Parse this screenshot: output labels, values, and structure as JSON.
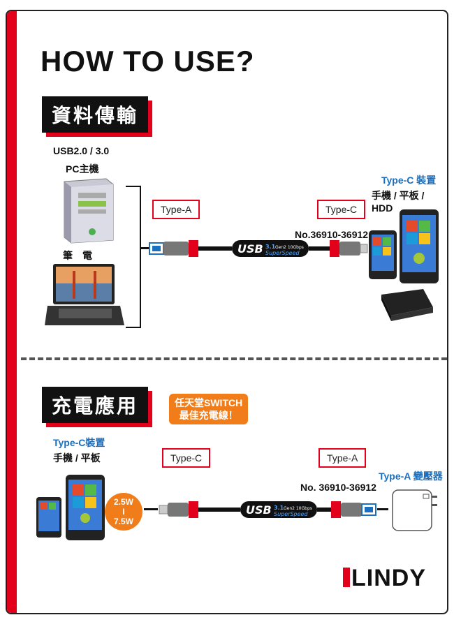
{
  "page": {
    "title": "HOW TO USE?",
    "brand": "LINDY"
  },
  "section1": {
    "banner": "資料傳輸",
    "host_line1": "USB2.0 / 3.0",
    "host_line2": "PC主機",
    "notebook": "筆　電",
    "typeA": "Type-A",
    "typeC": "Type-C",
    "model": "No.36910-36912",
    "device_title": "Type-C 裝置",
    "device_sub": "手機 / 平板 / HDD",
    "cable_brand": "USB",
    "cable_ver": "3.1",
    "cable_gen": "Gen2 10Gbps",
    "cable_speed": "SuperSpeed"
  },
  "section2": {
    "banner": "充電應用",
    "badge_line1": "任天堂SWITCH",
    "badge_line2": "最佳充電線！",
    "device_title": "Type-C裝置",
    "device_sub": "手機 / 平板",
    "typeC": "Type-C",
    "typeA": "Type-A",
    "adapter": "Type-A 變壓器",
    "model": "No. 36910-36912",
    "power_line1": "2.5W",
    "power_line2": "I",
    "power_line3": "7.5W",
    "cable_brand": "USB",
    "cable_ver": "3.1",
    "cable_gen": "Gen2 10Gbps",
    "cable_speed": "SuperSpeed"
  },
  "colors": {
    "accent": "#e3001b",
    "blue": "#1b6fbf",
    "orange": "#f07d1a"
  }
}
